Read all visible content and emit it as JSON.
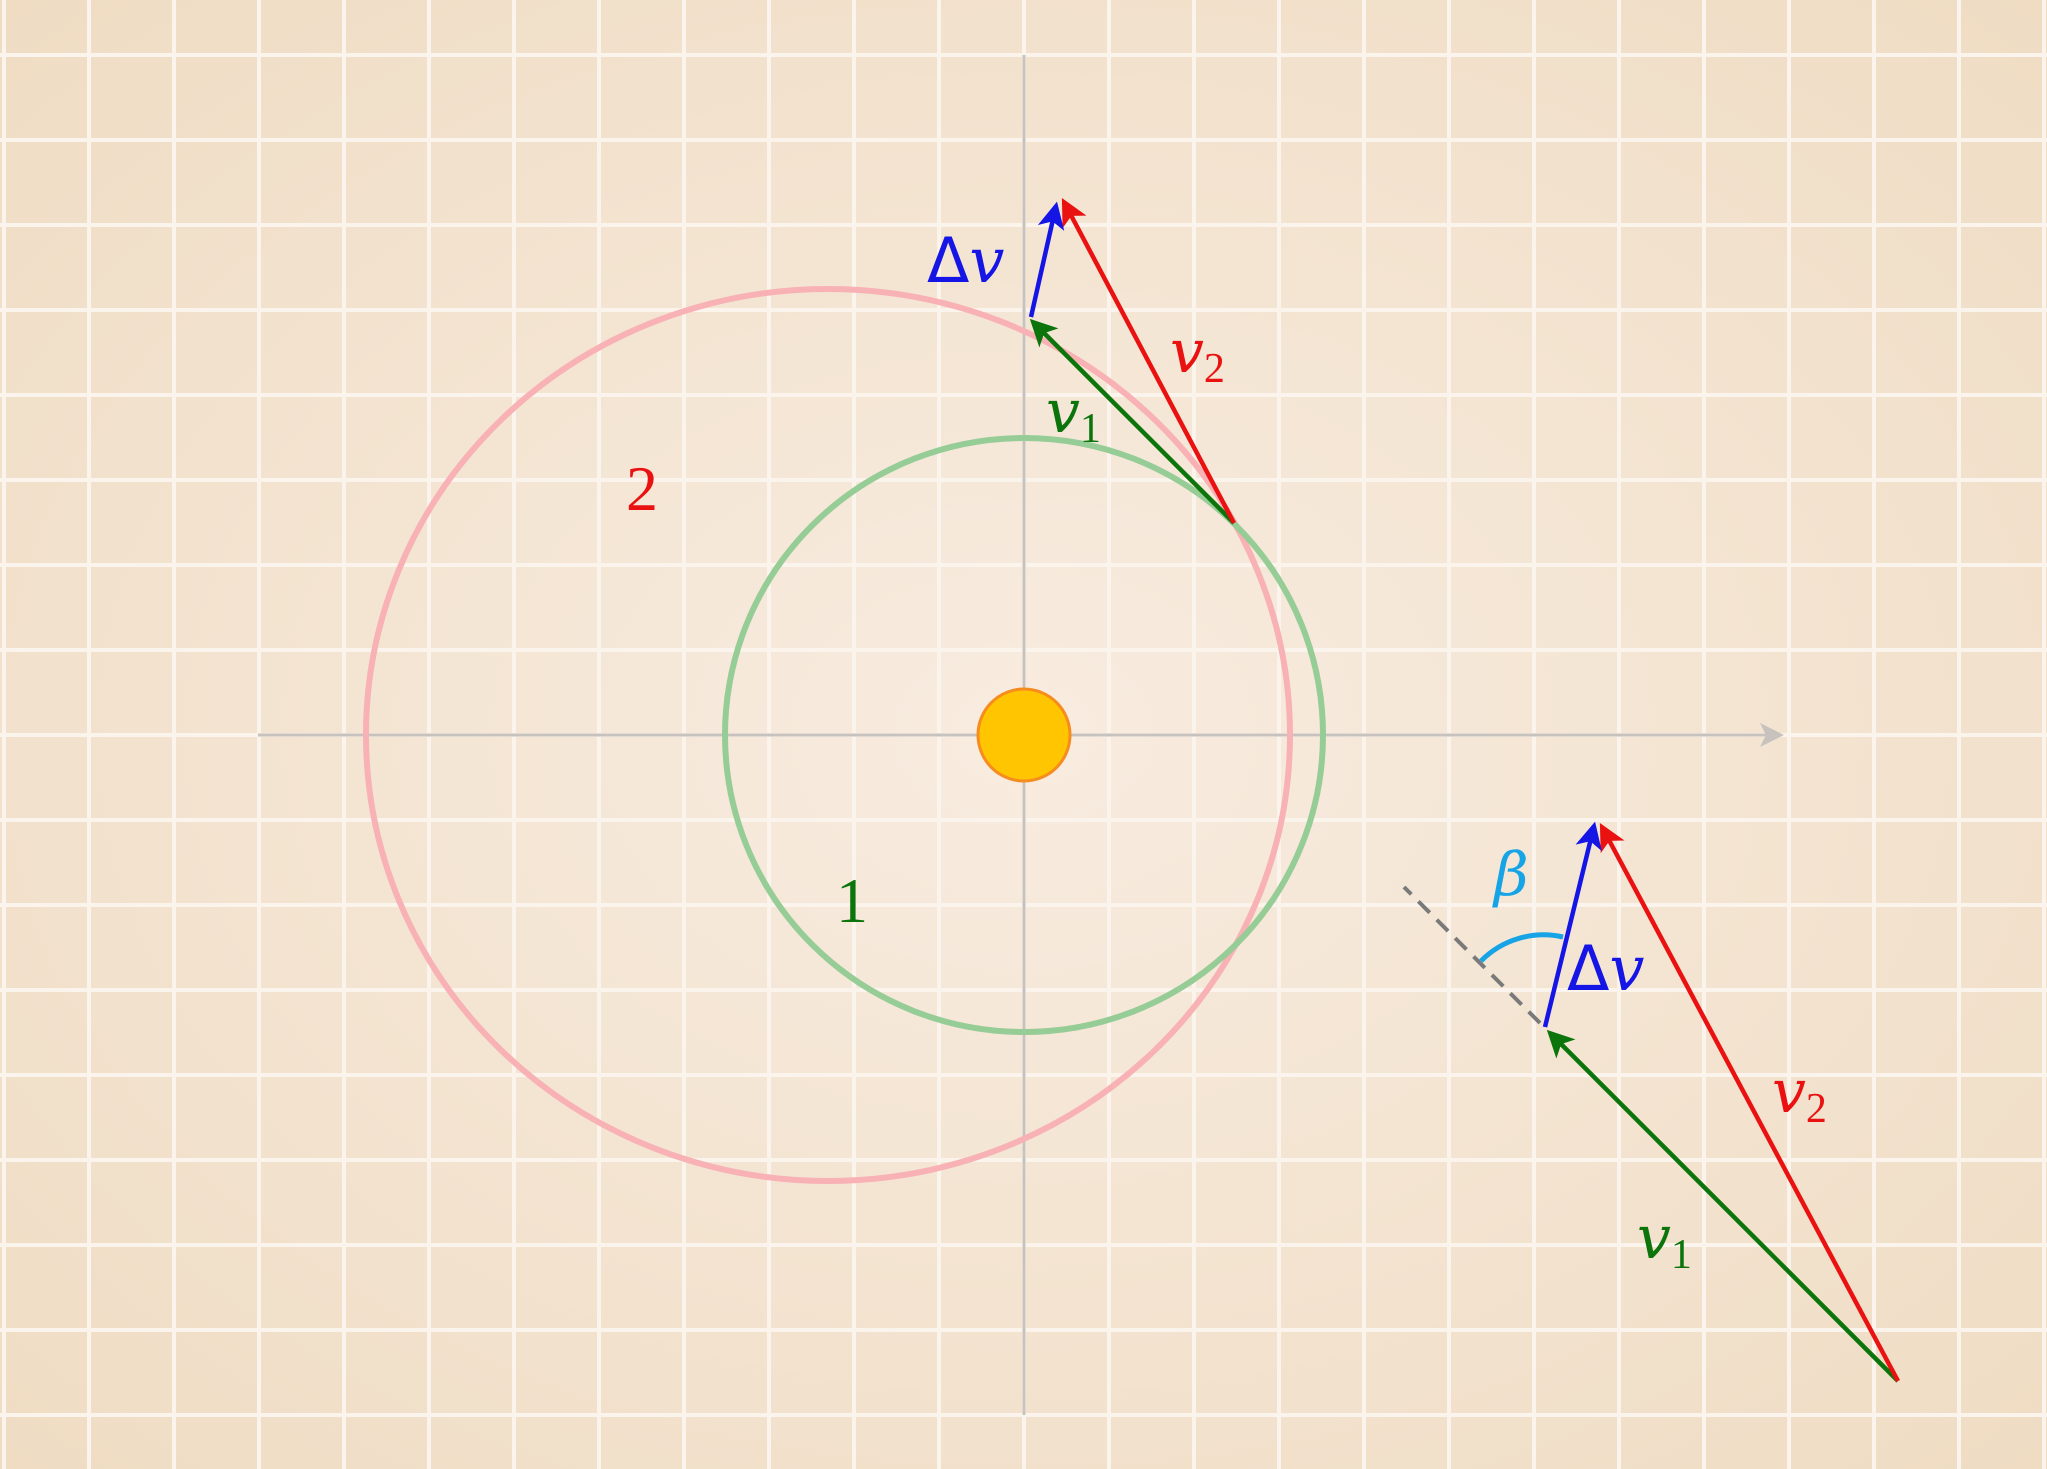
{
  "colors": {
    "background_center": "#f8ece0",
    "background_edge": "#efdcc3",
    "grid": "#fbf4ec",
    "axis": "#c7c2bd",
    "orbit_1": "#96cc96",
    "orbit_2": "#f8b1b4",
    "sun_fill": "#ffc500",
    "sun_stroke": "#f78c1e",
    "v1": "#0b740b",
    "v2": "#ea1111",
    "delta_v": "#1515e6",
    "beta": "#16a4e6",
    "dashed": "#7a7a7a"
  },
  "labels": {
    "orbit_1": "1",
    "orbit_2": "2",
    "top": {
      "delta_symbol": "Δ",
      "delta_var": "v",
      "v1_var": "v",
      "v1_sub": "1",
      "v2_var": "v",
      "v2_sub": "2"
    },
    "bottom": {
      "delta_symbol": "Δ",
      "delta_var": "v",
      "v1_var": "v",
      "v1_sub": "1",
      "v2_var": "v",
      "v2_sub": "2",
      "beta": "β"
    }
  }
}
